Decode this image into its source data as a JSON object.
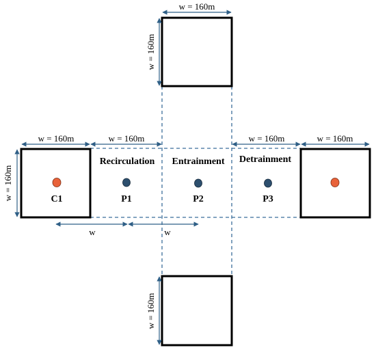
{
  "colors": {
    "frame": "#000000",
    "guide": "#3b6e9a",
    "arrow": "#2f5f86",
    "source": "#e8623a",
    "probe": "#2d4f6e"
  },
  "dimensions": {
    "top_width": "w = 160m",
    "top_height": "w = 160m",
    "left_width": "w = 160m",
    "left_height": "w = 160m",
    "gap_left": "w = 160m",
    "gap_right": "w = 160m",
    "right_width": "w = 160m",
    "bottom_height": "w = 160m",
    "spacing_1": "w",
    "spacing_2": "w"
  },
  "zones": {
    "recirculation": "Recirculation",
    "entrainment": "Entrainment",
    "detrainment": "Detrainment"
  },
  "points": {
    "c1": "C1",
    "p1": "P1",
    "p2": "P2",
    "p3": "P3"
  }
}
